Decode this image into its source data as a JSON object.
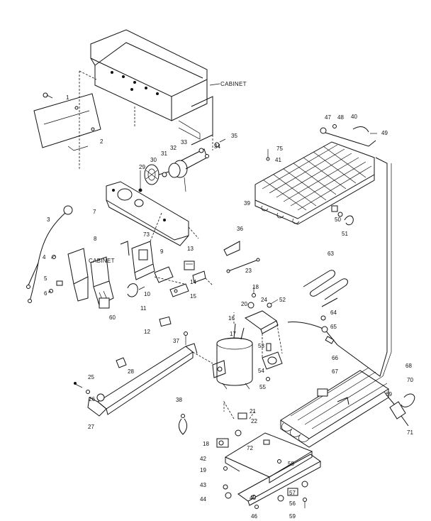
{
  "labels": {
    "cabinet_top": "CABINET",
    "cabinet_left": "CABINET",
    "p1": "1",
    "p2": "2",
    "p3": "3",
    "p4": "4",
    "p5": "5",
    "p6": "6",
    "p7": "7",
    "p8": "8",
    "p9": "9",
    "p10": "10",
    "p11": "11",
    "p12": "12",
    "p13": "13",
    "p14": "14",
    "p15": "15",
    "p16": "16",
    "p17": "17",
    "p18": "18",
    "p18b": "18",
    "p19": "19",
    "p20": "20",
    "p21": "21",
    "p22": "22",
    "p23": "23",
    "p24": "24",
    "p25": "25",
    "p26": "26",
    "p27": "27",
    "p28": "28",
    "p29": "29",
    "p30": "30",
    "p31": "31",
    "p32": "32",
    "p33": "33",
    "p34": "34",
    "p35": "35",
    "p36": "36",
    "p37": "37",
    "p38": "38",
    "p39": "39",
    "p40": "40",
    "p41": "41",
    "p42": "42",
    "p43": "43",
    "p44": "44",
    "p45": "45",
    "p46": "46",
    "p47": "47",
    "p48": "48",
    "p49": "49",
    "p50": "50",
    "p51": "51",
    "p52": "52",
    "p53": "53",
    "p54": "54",
    "p55": "55",
    "p56": "56",
    "p57": "57",
    "p58": "58",
    "p59": "59",
    "p60": "60",
    "p63": "63",
    "p64": "64",
    "p65": "65",
    "p66": "66",
    "p67": "67",
    "p68": "68",
    "p69": "69",
    "p70": "70",
    "p71": "71",
    "p72": "72",
    "p73": "73",
    "p75": "75"
  }
}
